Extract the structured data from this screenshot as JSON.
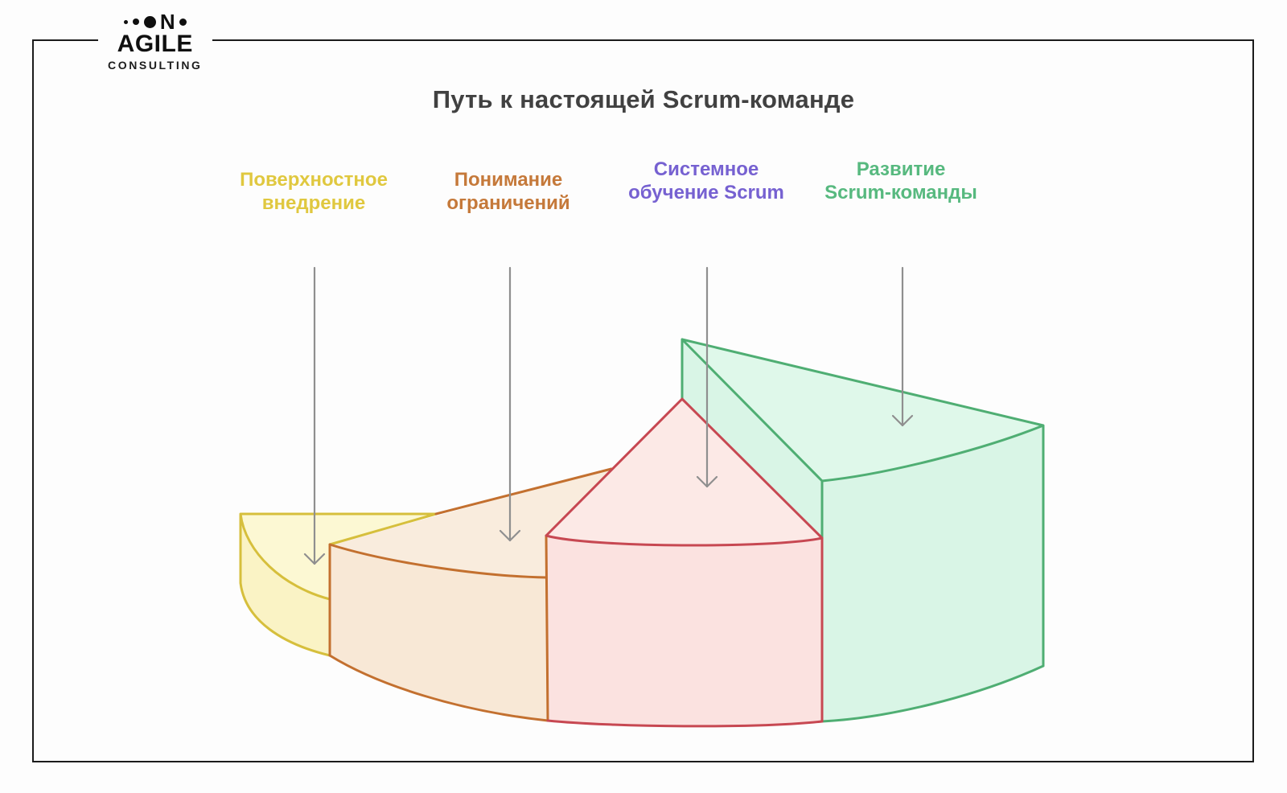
{
  "page": {
    "background": "#fdfdfd",
    "frame_color": "#1b1b1b"
  },
  "logo": {
    "mark_letter": "N",
    "name": "AGILE",
    "subtitle": "CONSULTING",
    "color": "#0f0f0f"
  },
  "title": {
    "text": "Путь к настоящей Scrum-команде",
    "color": "#414141"
  },
  "diagram": {
    "type": "3d-ascending-pie",
    "description": "Four pie wedges of increasing height, from superficial adoption to developed Scrum team",
    "connector_color": "#8f8f8f",
    "stages": [
      {
        "label_line1": "Поверхностное",
        "label_line2": "внедрение",
        "label_color": "#e0c83f",
        "height_rank": 1,
        "slice": {
          "stroke": "#d6bf3c",
          "fill_top": "#fcf8d3",
          "fill_side": "#faf3c5"
        }
      },
      {
        "label_line1": "Понимание",
        "label_line2": "ограничений",
        "label_color": "#c5793a",
        "height_rank": 2,
        "slice": {
          "stroke": "#c3702f",
          "fill_top": "#f9ecdd",
          "fill_side": "#f8e8d6"
        }
      },
      {
        "label_line1": "Системное",
        "label_line2": "обучение Scrum",
        "label_color": "#7661d1",
        "height_rank": 3,
        "slice": {
          "stroke": "#c74852",
          "fill_top": "#fce9e6",
          "fill_side": "#fbe2e0"
        }
      },
      {
        "label_line1": "Развитие",
        "label_line2": "Scrum-команды",
        "label_color": "#57b97f",
        "height_rank": 4,
        "slice": {
          "stroke": "#4fae73",
          "fill_top": "#dff8ea",
          "fill_side": "#d9f5e6"
        }
      }
    ]
  }
}
